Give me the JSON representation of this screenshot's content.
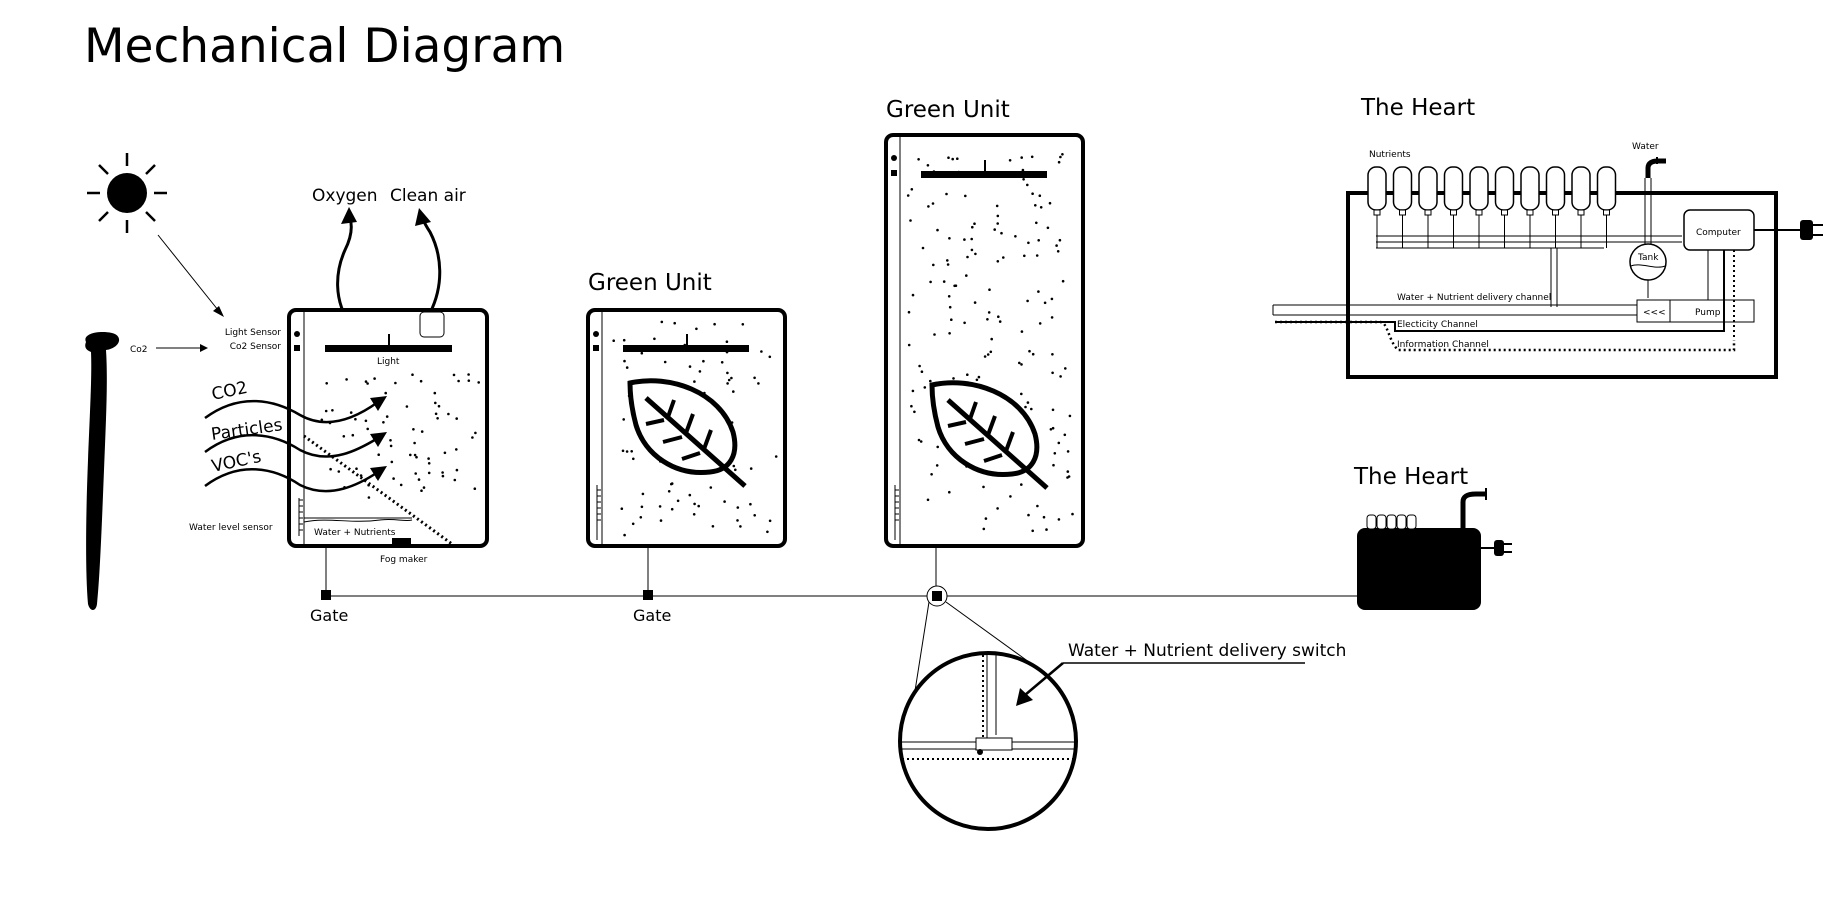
{
  "title": "Mechanical Diagram",
  "colors": {
    "ink": "#000000",
    "paper": "#ffffff"
  },
  "unit1": {
    "outputs": [
      "Oxygen",
      "Clean air"
    ],
    "sensors": {
      "light_sensor": "Light Sensor",
      "co2_sensor": "Co2 Sensor",
      "water_level_sensor": "Water level sensor"
    },
    "co2_input": "Co2",
    "pollutants": [
      "CO2",
      "Particles",
      "VOC's"
    ],
    "light": "Light",
    "water": "Water + Nutrients",
    "fog": "Fog maker"
  },
  "unit2": {
    "title": "Green Unit"
  },
  "unit3": {
    "title": "Green Unit"
  },
  "gates": [
    "Gate",
    "Gate"
  ],
  "switch_label": "Water + Nutrient delivery switch",
  "heart_detail": {
    "title": "The Heart",
    "nutrients": "Nutrients",
    "water": "Water",
    "tank": "Tank",
    "computer": "Computer",
    "pump": "Pump",
    "pump_arrows": "<<<",
    "channels": [
      "Water + Nutrient delivery channel",
      "Electicity Channel",
      "Information Channel"
    ]
  },
  "heart_small": {
    "title": "The Heart"
  },
  "icons": [
    "sun-icon",
    "person-silhouette-icon",
    "leaf-icon",
    "faucet-icon",
    "plug-icon"
  ]
}
